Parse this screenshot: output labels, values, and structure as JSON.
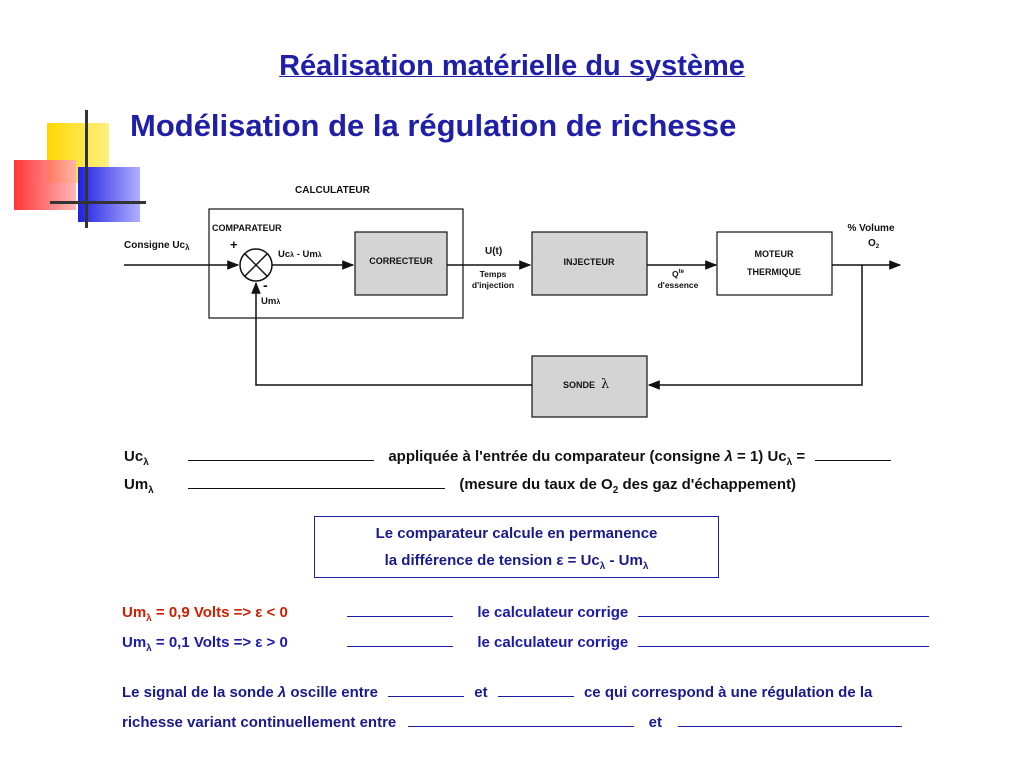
{
  "titles": {
    "main": "Réalisation matérielle du système",
    "sub": "Modélisation de la régulation de richesse"
  },
  "diagram": {
    "calculateur": "CALCULATEUR",
    "comparateur": "COMPARATEUR",
    "consigne": "Consigne Uc",
    "plus": "+",
    "minus": "-",
    "ucum": "Uc",
    "um": "Um",
    "correcteur": "CORRECTEUR",
    "ut": "U(t)",
    "temps1": "Temps",
    "temps2": "d'injection",
    "injecteur": "INJECTEUR",
    "qte1": "Q",
    "qte_sup": "te",
    "qte2": "d'essence",
    "moteur1": "MOTEUR",
    "moteur2": "THERMIQUE",
    "volume1": "% Volume",
    "volume2": "O",
    "sonde": "SONDE",
    "lambda": "λ"
  },
  "lines": {
    "uc_label": "Uc",
    "uc_text": "appliquée à l'entrée du comparateur (consigne ",
    "uc_text2": " = 1)  Uc",
    "uc_text3": " =",
    "um_label": "Um",
    "um_text": "(mesure du taux de O",
    "um_sub": "2",
    "um_text2": " des gaz d'échappement)"
  },
  "box": {
    "line1": "Le comparateur calcule en permanence",
    "line2a": "la différence de tension  ",
    "line2b": " = Uc",
    "line2c": " - Um",
    "epsilon": "ε"
  },
  "cases": {
    "row1_a": "Um",
    "row1_b": "  =  0,9 Volts  =>  ",
    "row1_c": " < 0",
    "row2_a": "Um",
    "row2_b": "  =  0,1 Volts  =>  ",
    "row2_c": " > 0",
    "corrige": "le calculateur corrige"
  },
  "paragraph": {
    "p1a": "Le signal de la sonde ",
    "p1b": " oscille entre",
    "p1c": "et",
    "p1d": "ce qui correspond à une régulation de la",
    "p2a": "richesse variant continuellement entre",
    "p2b": "et"
  },
  "colors": {
    "title_blue": "#1f1fa8",
    "yellow": "#ffe000",
    "red": "#ff3030",
    "blue_square": "#2a2ae0",
    "block_gray": "#d4d4d4"
  }
}
